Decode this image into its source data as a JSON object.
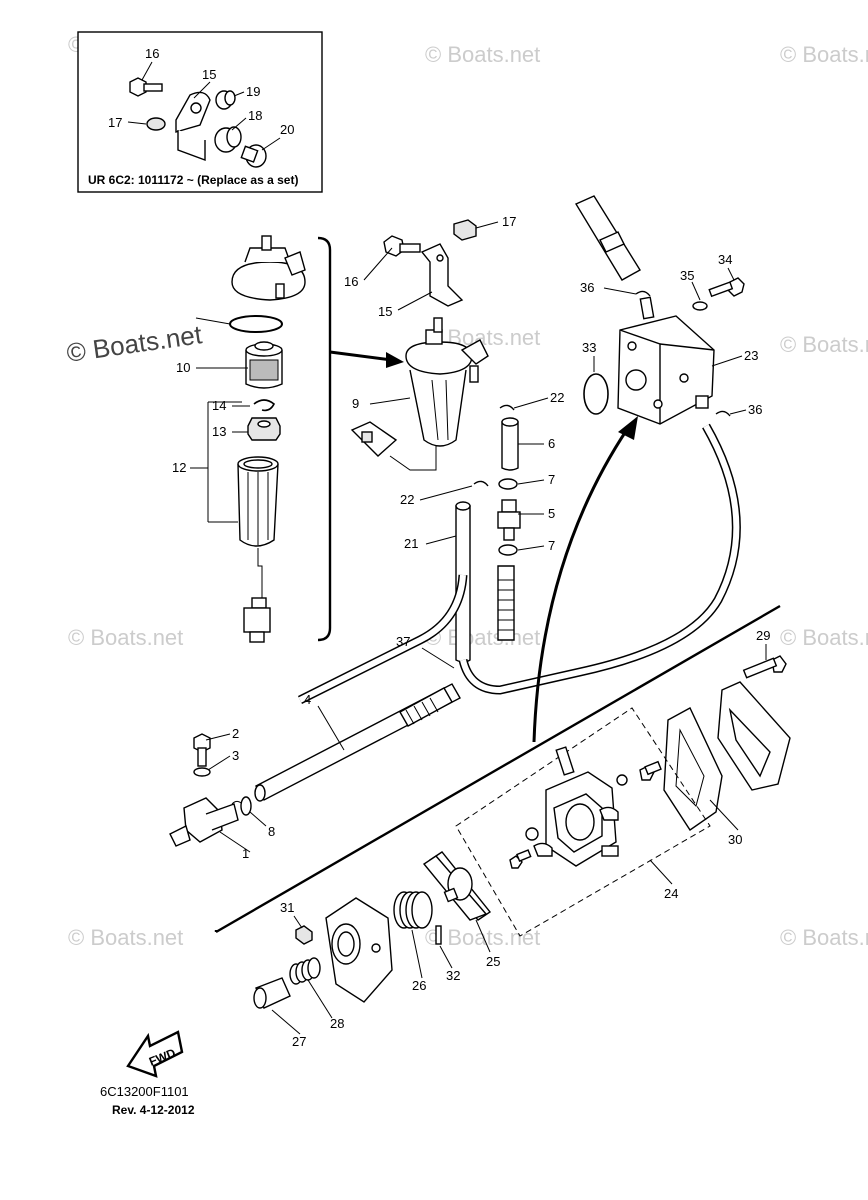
{
  "inset": {
    "note": "UR  6C2: 1011172 ~   (Replace as a set)",
    "labels": [
      "16",
      "15",
      "19",
      "17",
      "18",
      "20"
    ]
  },
  "callouts": {
    "c1": "1",
    "c2": "2",
    "c3": "3",
    "c4": "4",
    "c5": "5",
    "c6": "6",
    "c7a": "7",
    "c7b": "7",
    "c8": "8",
    "c9": "9",
    "c10": "10",
    "c12": "12",
    "c13": "13",
    "c14": "14",
    "c15": "15",
    "c16": "16",
    "c17": "17",
    "c21": "21",
    "c22a": "22",
    "c22b": "22",
    "c23": "23",
    "c24": "24",
    "c25": "25",
    "c26": "26",
    "c27": "27",
    "c28": "28",
    "c29": "29",
    "c30": "30",
    "c31": "31",
    "c32": "32",
    "c33": "33",
    "c34": "34",
    "c35": "35",
    "c36a": "36",
    "c36b": "36",
    "c37": "37"
  },
  "watermark": {
    "text": "© Boats.net",
    "large": "© Boats.net"
  },
  "fwd_label": "FWD",
  "footer": {
    "code": "6C13200F1101",
    "revision": "Rev.  4-12-2012"
  }
}
